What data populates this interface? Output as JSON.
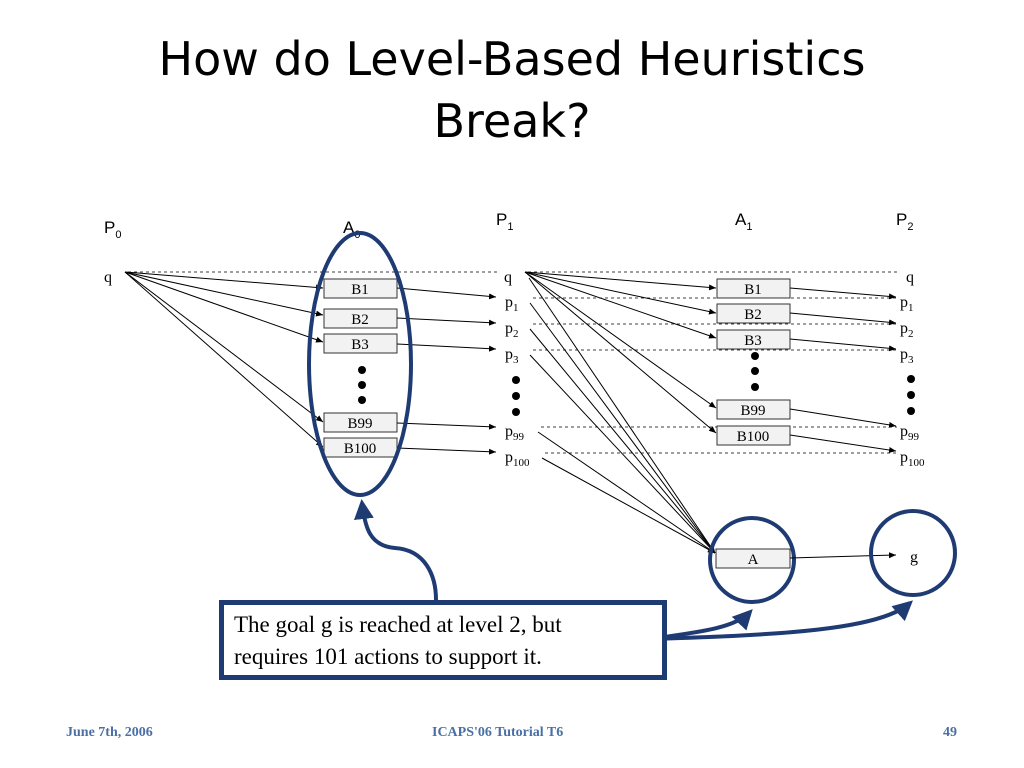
{
  "title": {
    "line1": "How do Level-Based Heuristics",
    "line2": "Break?"
  },
  "levels": {
    "p0": {
      "main": "P",
      "sub": "0"
    },
    "a0": {
      "main": "A",
      "sub": "0"
    },
    "p1": {
      "main": "P",
      "sub": "1"
    },
    "a1": {
      "main": "A",
      "sub": "1"
    },
    "p2": {
      "main": "P",
      "sub": "2"
    }
  },
  "propositions": {
    "q": "q",
    "p1": {
      "main": "p",
      "sub": "1"
    },
    "p2": {
      "main": "p",
      "sub": "2"
    },
    "p3": {
      "main": "p",
      "sub": "3"
    },
    "p99": {
      "main": "p",
      "sub": "99"
    },
    "p100": {
      "main": "p",
      "sub": "100"
    },
    "g": "g"
  },
  "actions": {
    "b1": "B1",
    "b2": "B2",
    "b3": "B3",
    "b99": "B99",
    "b100": "B100",
    "a": "A"
  },
  "callout": {
    "line1": "The goal g is reached at level 2, but",
    "line2": "requires 101 actions to support it."
  },
  "footer": {
    "date": "June 7th, 2006",
    "event": "ICAPS'06 Tutorial T6",
    "page": "49"
  },
  "colors": {
    "accent": "#1f3b73",
    "footer": "#4a6fa5"
  }
}
